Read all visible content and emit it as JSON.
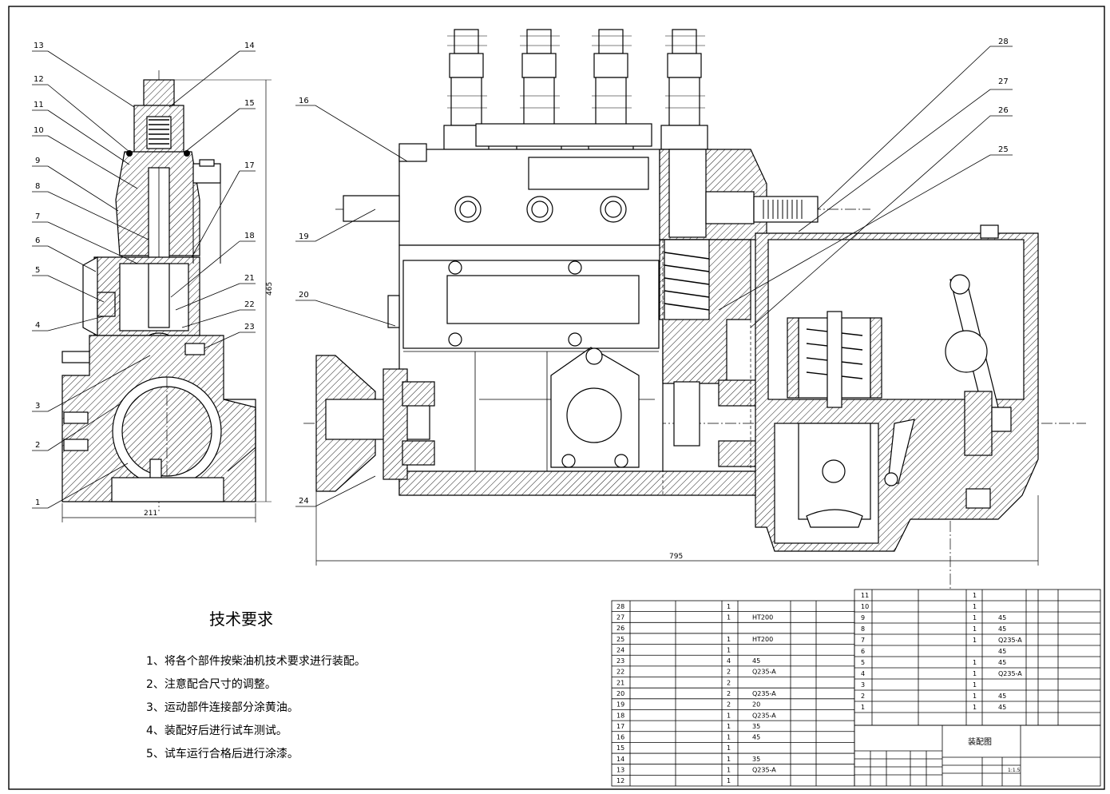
{
  "callouts_left": [
    "13",
    "12",
    "11",
    "10",
    "9",
    "8",
    "7",
    "6",
    "5",
    "4",
    "3",
    "2",
    "1"
  ],
  "callouts_left_right": [
    "14",
    "15",
    "17",
    "18",
    "21",
    "22",
    "23"
  ],
  "callouts_mid": [
    "16",
    "19",
    "20",
    "24"
  ],
  "callouts_right": [
    "28",
    "27",
    "26",
    "25"
  ],
  "dims": {
    "side_width": "211",
    "side_height": "465",
    "front_width": "795"
  },
  "tech": {
    "title": "技术要求",
    "items": [
      "1、将各个部件按柴油机技术要求进行装配。",
      "2、注意配合尺寸的调整。",
      "3、运动部件连接部分涂黄油。",
      "4、装配好后进行试车测试。",
      "5、试车运行合格后进行涂漆。"
    ]
  },
  "bom_left": [
    {
      "no": "28",
      "name": "",
      "qty": "1",
      "mat": "",
      "note": ""
    },
    {
      "no": "27",
      "name": "",
      "qty": "1",
      "mat": "HT200",
      "note": ""
    },
    {
      "no": "26",
      "name": "",
      "qty": "",
      "mat": "",
      "note": ""
    },
    {
      "no": "25",
      "name": "",
      "qty": "1",
      "mat": "HT200",
      "note": ""
    },
    {
      "no": "24",
      "name": "",
      "qty": "1",
      "mat": "",
      "note": ""
    },
    {
      "no": "23",
      "name": "",
      "qty": "4",
      "mat": "45",
      "note": ""
    },
    {
      "no": "22",
      "name": "",
      "qty": "2",
      "mat": "Q235-A",
      "note": ""
    },
    {
      "no": "21",
      "name": "",
      "qty": "2",
      "mat": "",
      "note": ""
    },
    {
      "no": "20",
      "name": "",
      "qty": "2",
      "mat": "Q235-A",
      "note": ""
    },
    {
      "no": "19",
      "name": "",
      "qty": "2",
      "mat": "20",
      "note": ""
    },
    {
      "no": "18",
      "name": "",
      "qty": "1",
      "mat": "Q235-A",
      "note": ""
    },
    {
      "no": "17",
      "name": "",
      "qty": "1",
      "mat": "35",
      "note": ""
    },
    {
      "no": "16",
      "name": "",
      "qty": "1",
      "mat": "45",
      "note": ""
    },
    {
      "no": "15",
      "name": "",
      "qty": "1",
      "mat": "",
      "note": ""
    },
    {
      "no": "14",
      "name": "",
      "qty": "1",
      "mat": "35",
      "note": ""
    },
    {
      "no": "13",
      "name": "",
      "qty": "1",
      "mat": "Q235-A",
      "note": ""
    },
    {
      "no": "12",
      "name": "",
      "qty": "1",
      "mat": "",
      "note": ""
    }
  ],
  "bom_right": [
    {
      "no": "11",
      "name": "",
      "qty": "1",
      "mat": ""
    },
    {
      "no": "10",
      "name": "",
      "qty": "1",
      "mat": ""
    },
    {
      "no": "9",
      "name": "",
      "qty": "1",
      "mat": "45"
    },
    {
      "no": "8",
      "name": "",
      "qty": "1",
      "mat": "45"
    },
    {
      "no": "7",
      "name": "",
      "qty": "1",
      "mat": "Q235-A"
    },
    {
      "no": "6",
      "name": "",
      "qty": "",
      "mat": "45"
    },
    {
      "no": "5",
      "name": "",
      "qty": "1",
      "mat": "45"
    },
    {
      "no": "4",
      "name": "",
      "qty": "1",
      "mat": "Q235-A"
    },
    {
      "no": "3",
      "name": "",
      "qty": "1",
      "mat": ""
    },
    {
      "no": "2",
      "name": "",
      "qty": "1",
      "mat": "45"
    },
    {
      "no": "1",
      "name": "",
      "qty": "1",
      "mat": "45"
    }
  ],
  "title_block": {
    "drawing_name": "装配图",
    "scale": "1:1.5"
  }
}
